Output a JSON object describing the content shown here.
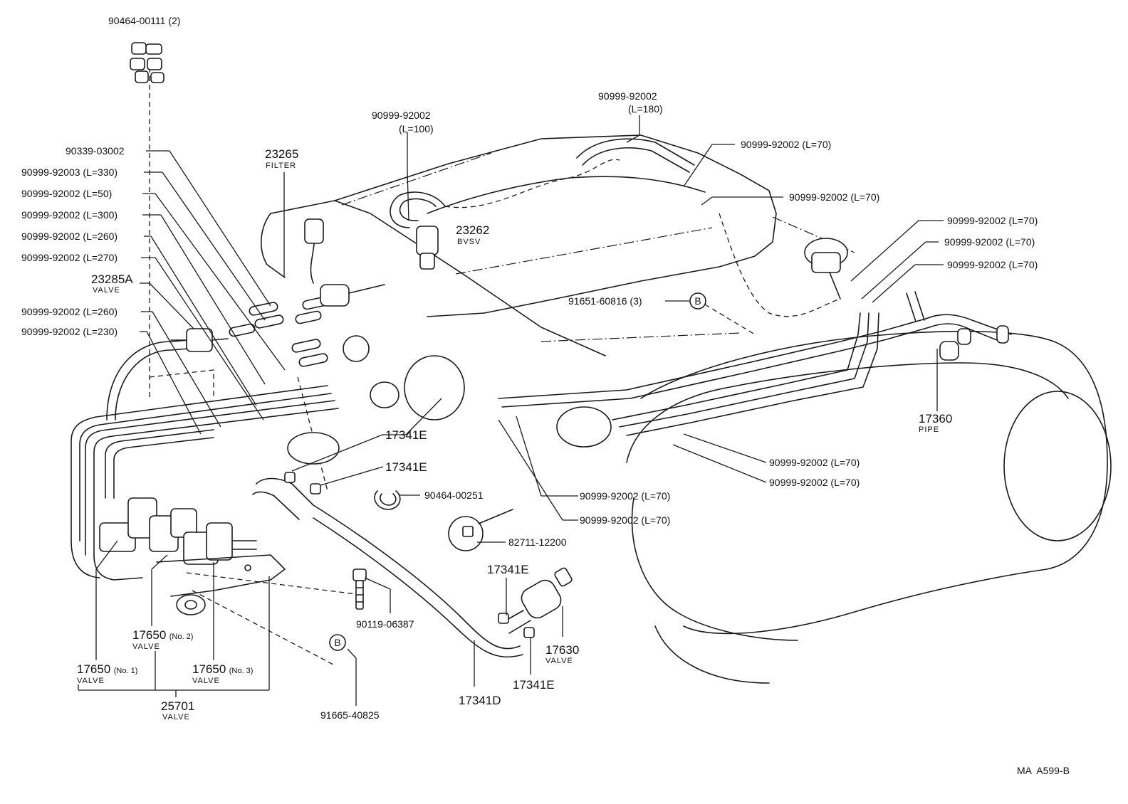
{
  "callouts": [
    {
      "part": "90464-00111",
      "qty": "(2)"
    },
    {
      "part": "90339-03002"
    },
    {
      "part": "90999-92003",
      "length": "(L=330)"
    },
    {
      "part": "90999-92002",
      "length": "(L=50)"
    },
    {
      "part": "90999-92002",
      "length": "(L=300)"
    },
    {
      "part": "90999-92002",
      "length": "(L=260)"
    },
    {
      "part": "90999-92002",
      "length": "(L=270)"
    },
    {
      "part": "23285A",
      "name": "VALVE"
    },
    {
      "part": "90999-92002",
      "length": "(L=260)"
    },
    {
      "part": "90999-92002",
      "length": "(L=230)"
    },
    {
      "part": "23265",
      "name": "FILTER"
    },
    {
      "part": "90999-92002",
      "length": "(L=100)"
    },
    {
      "part": "23262",
      "name": "BVSV"
    },
    {
      "part": "90999-92002",
      "length": "(L=180)"
    },
    {
      "part": "90999-92002",
      "length": "(L=70)"
    },
    {
      "part": "90999-92002",
      "length": "(L=70)"
    },
    {
      "part": "90999-92002",
      "length": "(L=70)"
    },
    {
      "part": "90999-92002",
      "length": "(L=70)"
    },
    {
      "part": "90999-92002",
      "length": "(L=70)"
    },
    {
      "part": "91651-60816",
      "qty": "(3)"
    },
    {
      "part": "17341E"
    },
    {
      "part": "17341E"
    },
    {
      "part": "90464-00251"
    },
    {
      "part": "82711-12200"
    },
    {
      "part": "90999-92002",
      "length": "(L=70)"
    },
    {
      "part": "90999-92002",
      "length": "(L=70)"
    },
    {
      "part": "90999-92002",
      "length": "(L=70)"
    },
    {
      "part": "90999-92002",
      "length": "(L=70)"
    },
    {
      "part": "17360",
      "name": "PIPE"
    },
    {
      "part": "17341E"
    },
    {
      "part": "17630",
      "name": "VALVE"
    },
    {
      "part": "17341E"
    },
    {
      "part": "17341D"
    },
    {
      "part": "90119-06387"
    },
    {
      "part": "91665-40825"
    },
    {
      "part": "17650",
      "qualifier": "(No. 2)",
      "name": "VALVE"
    },
    {
      "part": "17650",
      "qualifier": "(No. 1)",
      "name": "VALVE"
    },
    {
      "part": "17650",
      "qualifier": "(No. 3)",
      "name": "VALVE"
    },
    {
      "part": "25701",
      "name": "VALVE"
    }
  ],
  "reference_marker": "B",
  "drawing_code": "MA  A599-B"
}
